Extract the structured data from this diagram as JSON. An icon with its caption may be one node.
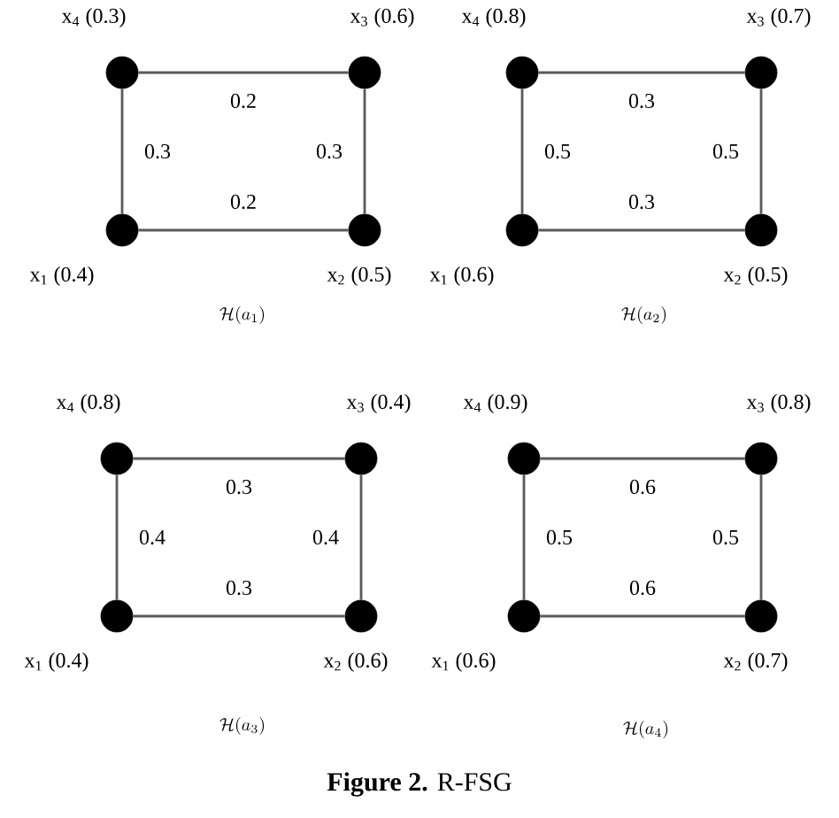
{
  "diagram": {
    "caption": "**Figure 2.** R-FSG",
    "nodes": [
      {
        "text": [],
        "shape": "circle",
        "beside": [
          "x$_{4}$ (0.3)"
        ]
      },
      {
        "text": [],
        "shape": "circle",
        "beside": [
          "x$_{3}$ (0.6)"
        ]
      },
      {
        "text": [],
        "shape": "circle",
        "beside": [
          "x$_{1}$ (0.4)"
        ]
      },
      {
        "text": [],
        "shape": "circle",
        "beside": [
          "x$_{2}$ (0.5)"
        ]
      },
      {
        "text": [],
        "shape": "circle",
        "beside": [
          "x$_{4}$ (0.8)"
        ]
      },
      {
        "text": [],
        "shape": "circle",
        "beside": [
          "x$_{3}$ (0.7)"
        ]
      },
      {
        "text": [],
        "shape": "circle",
        "beside": [
          "x$_{1}$ (0.6)"
        ]
      },
      {
        "text": [],
        "shape": "circle",
        "beside": [
          "x$_{2}$ (0.5)"
        ]
      },
      {
        "text": [],
        "shape": "circle",
        "beside": [
          "x$_{4}$ (0.8)"
        ]
      },
      {
        "text": [],
        "shape": "circle",
        "beside": [
          "x$_{3}$ (0.4)"
        ]
      },
      {
        "text": [],
        "shape": "circle",
        "beside": [
          "x$_{1}$ (0.4)"
        ]
      },
      {
        "text": [],
        "shape": "circle",
        "beside": [
          "x$_{2}$ (0.6)"
        ]
      },
      {
        "text": [],
        "shape": "circle",
        "beside": [
          "x$_{4}$ (0.9)"
        ]
      },
      {
        "text": [],
        "shape": "circle",
        "beside": [
          "x$_{3}$ (0.8)"
        ]
      },
      {
        "text": [],
        "shape": "circle",
        "beside": [
          "x$_{1}$ (0.6)"
        ]
      },
      {
        "text": [],
        "shape": "circle",
        "beside": [
          "x$_{2}$ (0.7)"
        ]
      }
    ],
    "edges": [
      {
        "from": 0,
        "to": 1,
        "arrow": "none",
        "label": "0.2"
      },
      {
        "from": 0,
        "to": 2,
        "arrow": "none",
        "label": "0.3"
      },
      {
        "from": 1,
        "to": 3,
        "arrow": "none",
        "label": "0.3"
      },
      {
        "from": 2,
        "to": 3,
        "arrow": "none",
        "label": "0.2"
      },
      {
        "from": 4,
        "to": 5,
        "arrow": "none",
        "label": "0.3"
      },
      {
        "from": 4,
        "to": 6,
        "arrow": "none",
        "label": "0.5"
      },
      {
        "from": 5,
        "to": 7,
        "arrow": "none",
        "label": "0.5"
      },
      {
        "from": 6,
        "to": 7,
        "arrow": "none",
        "label": "0.3"
      },
      {
        "from": 8,
        "to": 9,
        "arrow": "none",
        "label": "0.3"
      },
      {
        "from": 8,
        "to": 10,
        "arrow": "none",
        "label": "0.4"
      },
      {
        "from": 9,
        "to": 11,
        "arrow": "none",
        "label": "0.4"
      },
      {
        "from": 10,
        "to": 11,
        "arrow": "none",
        "label": "0.3"
      },
      {
        "from": 12,
        "to": 13,
        "arrow": "none",
        "label": "0.6"
      },
      {
        "from": 12,
        "to": 14,
        "arrow": "none",
        "label": "0.5"
      },
      {
        "from": 13,
        "to": 15,
        "arrow": "none",
        "label": "0.5"
      },
      {
        "from": 14,
        "to": 15,
        "arrow": "none",
        "label": "0.6"
      }
    ],
    "labels": [
      "\\mathcal{H}(a_1)",
      "\\mathcal{H}(a_2)",
      "\\mathcal{H}(a_3)",
      "\\mathcal{H}(a_4)"
    ]
  }
}
